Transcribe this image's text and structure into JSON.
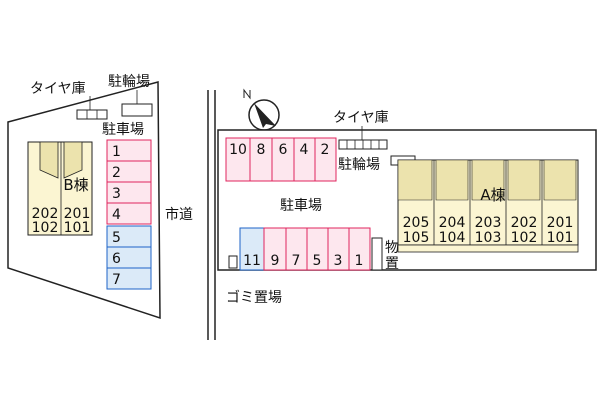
{
  "colors": {
    "outline": "#222222",
    "parking_red_fill": "#fde7ee",
    "parking_red_stroke": "#e0245e",
    "parking_blue_fill": "#dbeaf8",
    "parking_blue_stroke": "#1e63c7",
    "building_fill": "#fbf5d2",
    "building_roof": "#ece3ad",
    "road": "#ffffff"
  },
  "icons": {
    "north": "north-arrow-icon",
    "tire_storage": "tire-rack-icon",
    "bicycle_parking": "bicycle-rack-icon",
    "garbage": "garbage-box-icon",
    "storage": "storage-shed-icon"
  },
  "labels": {
    "road": "市道",
    "left_tire_storage": "タイヤ庫",
    "left_bicycle_parking": "駐輪場",
    "left_parking": "駐車場",
    "right_tire_storage": "タイヤ庫",
    "right_bicycle_parking": "駐輪場",
    "right_parking": "駐車場",
    "garbage": "ゴミ置場",
    "storage_line1": "物",
    "storage_line2": "置"
  },
  "building_b": {
    "name": "B棟",
    "upper_rooms": [
      "202",
      "201"
    ],
    "lower_rooms": [
      "102",
      "101"
    ]
  },
  "building_a": {
    "name": "A棟",
    "upper_rooms": [
      "205",
      "204",
      "203",
      "202",
      "201"
    ],
    "lower_rooms": [
      "105",
      "104",
      "103",
      "102",
      "101"
    ]
  },
  "parking_left": {
    "red_spaces": [
      "1",
      "2",
      "3",
      "4"
    ],
    "blue_spaces": [
      "5",
      "6",
      "7"
    ]
  },
  "parking_right_top": {
    "spaces": [
      "10",
      "8",
      "6",
      "4",
      "2"
    ]
  },
  "parking_right_bottom": {
    "blue_spaces": [
      "11"
    ],
    "red_spaces": [
      "9",
      "7",
      "5",
      "3",
      "1"
    ]
  }
}
